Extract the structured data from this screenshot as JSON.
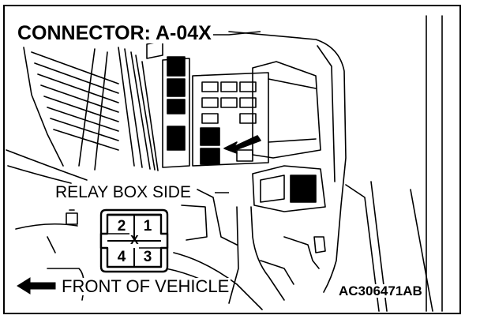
{
  "diagram": {
    "title": "CONNECTOR: A-04X",
    "relay_box_label": "RELAY BOX SIDE",
    "front_label": "FRONT OF VEHICLE",
    "figure_code": "AC306471AB",
    "connector_pins": {
      "top_left": "2",
      "top_right": "1",
      "bottom_left": "4",
      "bottom_right": "3",
      "center_mark": "X"
    }
  }
}
